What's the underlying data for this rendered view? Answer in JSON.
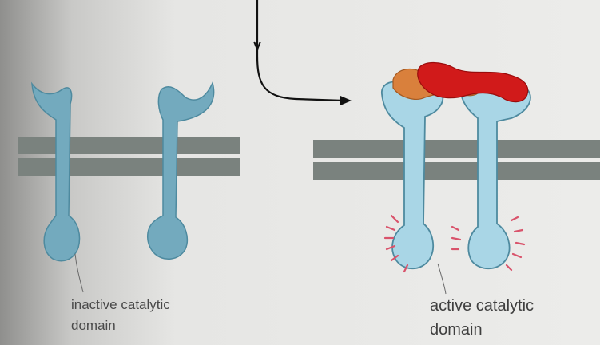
{
  "labels": {
    "inactive_line1": "inactive catalytic",
    "inactive_line2": "domain",
    "active_line1": "active catalytic",
    "active_line2": "domain"
  },
  "colors": {
    "receptor": "#73aabe",
    "receptor_light": "#a9d6e6",
    "membrane": "#7a827e",
    "ligand": "#d11a1a",
    "ligand_partner": "#d9803c",
    "activity_marks": "#d9536b",
    "leader_line": "#6a6a6a"
  }
}
